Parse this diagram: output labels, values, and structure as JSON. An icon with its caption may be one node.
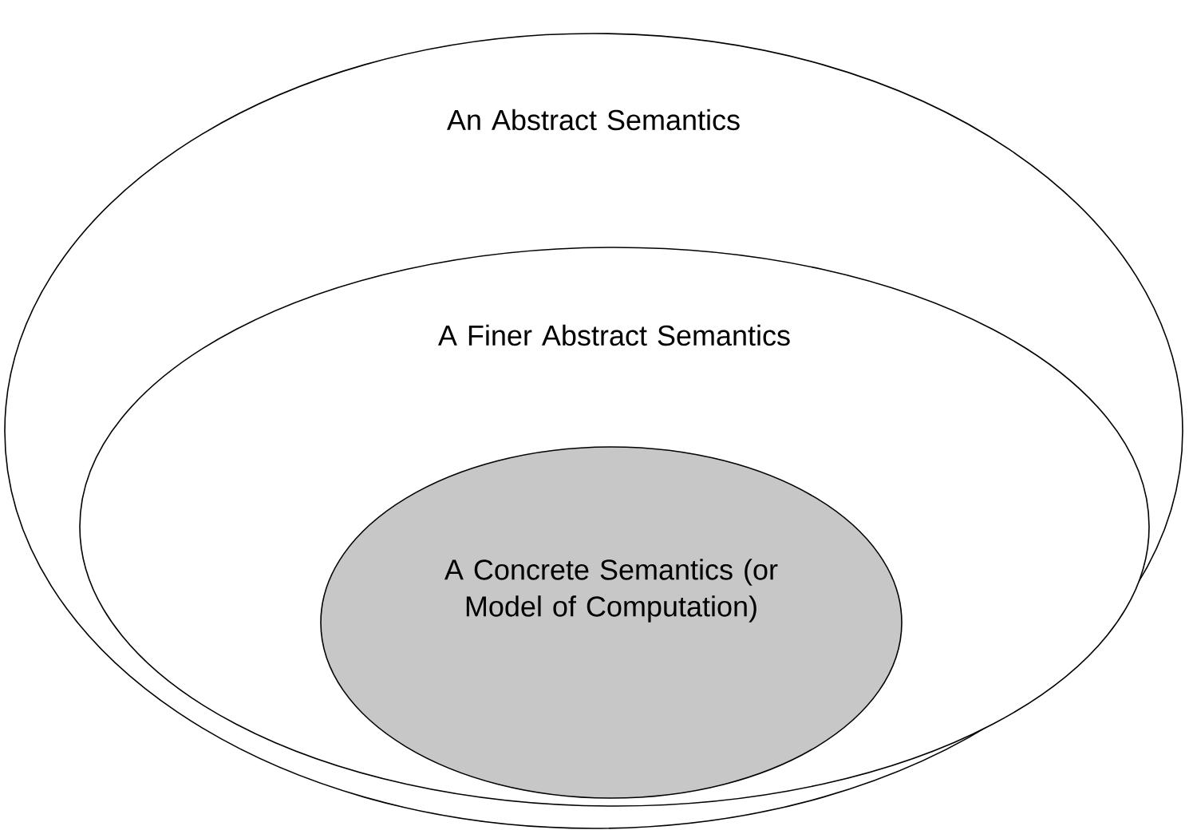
{
  "diagram": {
    "nodes": [
      {
        "text": [
          "An Abstract Semantics"
        ]
      },
      {
        "text": [
          "A Finer Abstract Semantics"
        ],
        "in": 0
      },
      {
        "text": [
          "A Concrete Semantics (or Model of Computation)"
        ],
        "in": 1
      }
    ]
  }
}
